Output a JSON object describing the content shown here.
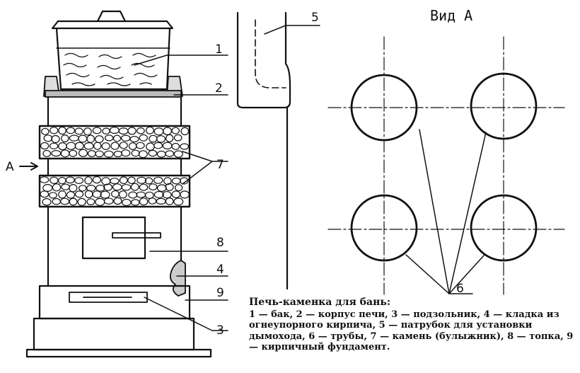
{
  "diagram": {
    "view_title": "Вид А",
    "labels": {
      "n1": "1",
      "n2": "2",
      "n3": "3",
      "n4": "4",
      "n5": "5",
      "n6": "6",
      "n7": "7",
      "n8": "8",
      "n9": "9",
      "a": "А"
    }
  },
  "caption": {
    "title": "Печь-каменка для бань:",
    "text": "1 — бак, 2 — корпус печи, 3 — подзольник, 4 — кладка из огнеупорного кирпича, 5 — патрубок для установки дымохода, 6 — трубы, 7 — камень (булыжник), 8 — топка, 9 — кирпичный фундамент."
  }
}
